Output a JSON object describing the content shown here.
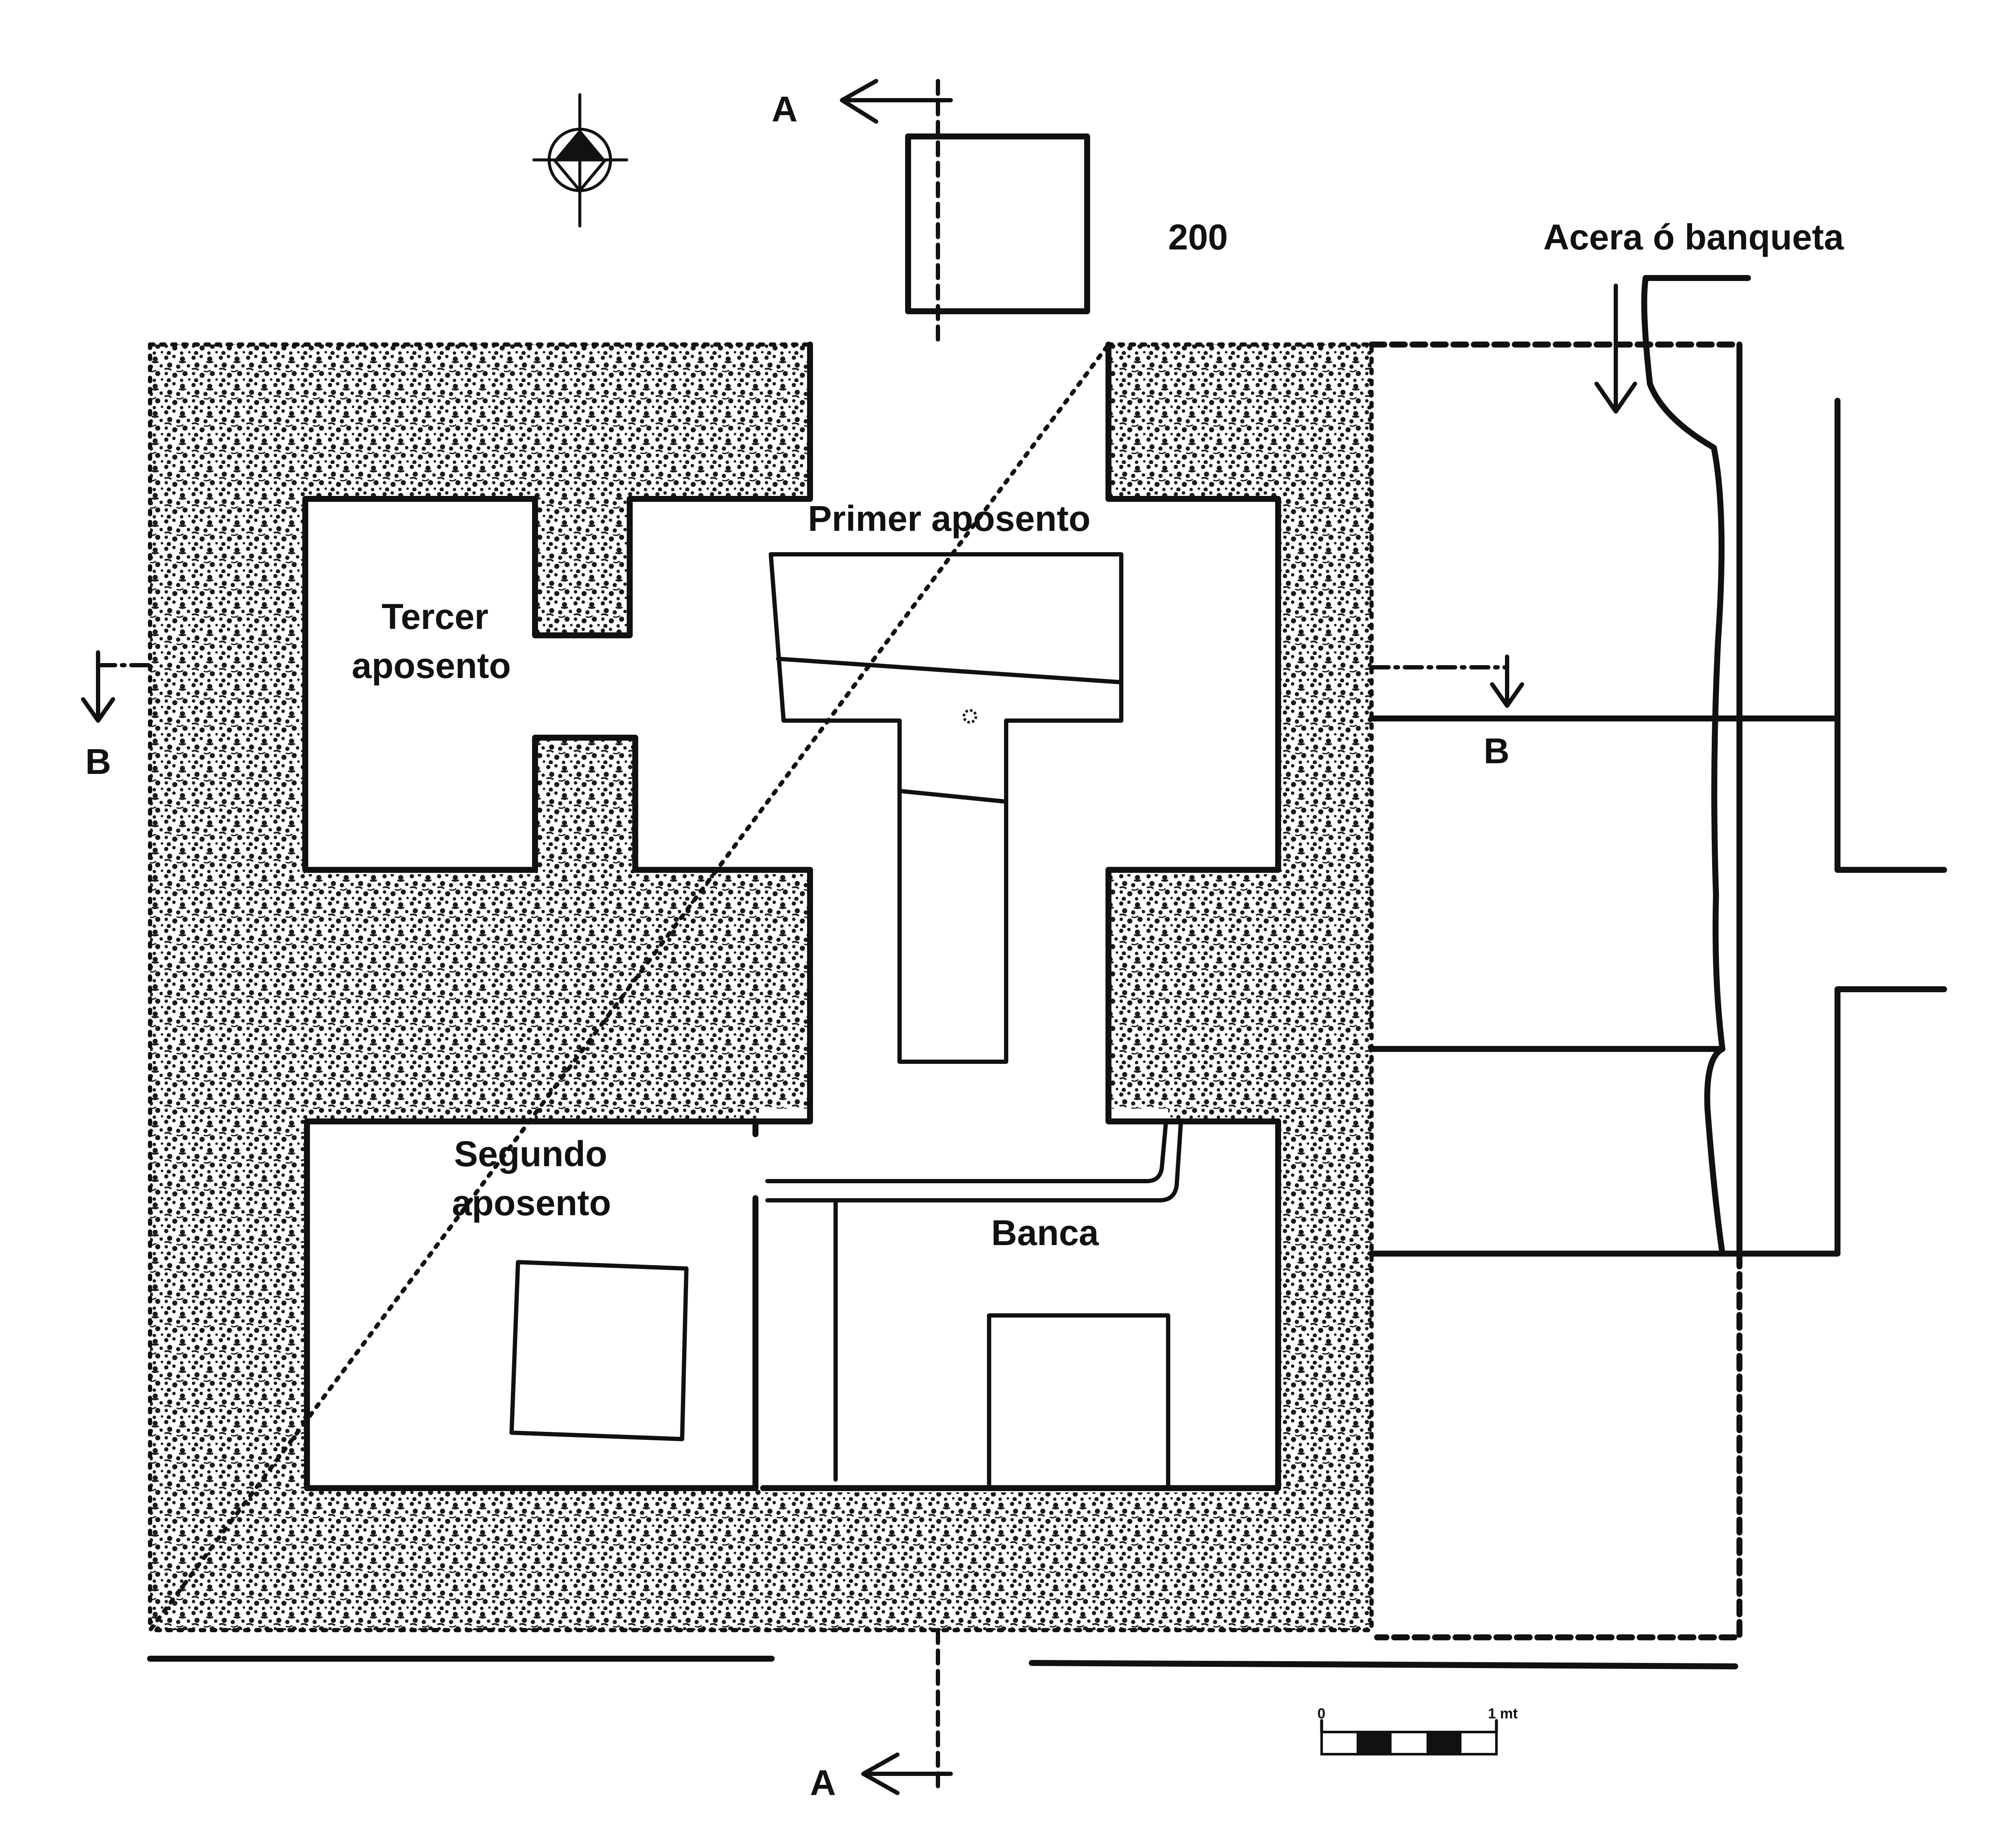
{
  "labels": {
    "section_a_top": "A",
    "section_a_bottom": "A",
    "section_b_left": "B",
    "section_b_right": "B",
    "number": "200",
    "sidewalk": "Acera ó banqueta",
    "room_1": "Primer aposento",
    "room_3_line1": "Tercer",
    "room_3_line2": "aposento",
    "room_2_line1": "Segundo",
    "room_2_line2": "aposento",
    "bench": "Banca"
  },
  "scale_bar": {
    "start_label": "0",
    "end_label": "1 mt",
    "segments": 5
  },
  "colors": {
    "ink": "#111111",
    "paper": "#ffffff"
  },
  "icons": {
    "north_arrow": "north-arrow-icon",
    "section_arrow": "arrow-icon"
  }
}
